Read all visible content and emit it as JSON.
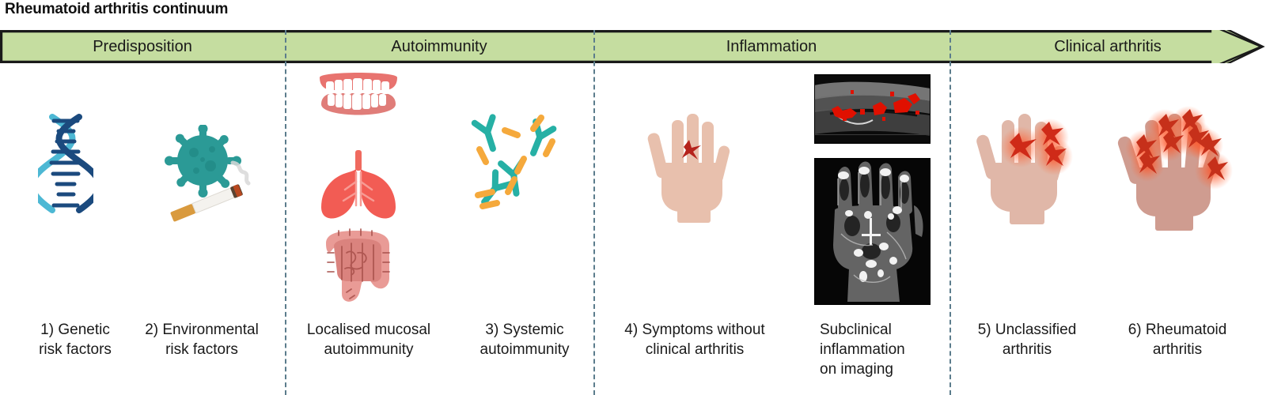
{
  "figure": {
    "title": "Rheumatoid arthritis continuum"
  },
  "banner": {
    "fill_color": "#c5dda0",
    "border_color": "#1a1a1a",
    "stages": [
      {
        "label": "Predisposition"
      },
      {
        "label": "Autoimmunity"
      },
      {
        "label": "Inflammation"
      },
      {
        "label": "Clinical arthritis"
      }
    ]
  },
  "items": [
    {
      "id": "genetic-risk-factors",
      "icon": "dna-helix-icon",
      "caption_lines": [
        "1) Genetic",
        "risk factors"
      ],
      "align": "center"
    },
    {
      "id": "environmental-risk-factors",
      "icon": "virus-cigarette-icon",
      "caption_lines": [
        "2) Environmental",
        "risk factors"
      ],
      "align": "center"
    },
    {
      "id": "localised-mucosal-autoimmunity",
      "icon": "mouth-lungs-intestine-icon",
      "caption_lines": [
        "Localised mucosal",
        "autoimmunity"
      ],
      "align": "center"
    },
    {
      "id": "systemic-autoimmunity",
      "icon": "antibodies-icon",
      "caption_lines": [
        "3) Systemic",
        "autoimmunity"
      ],
      "align": "center"
    },
    {
      "id": "symptoms-without-clinical-arthritis",
      "icon": "hand-single-spark-icon",
      "caption_lines": [
        "4) Symptoms without",
        "clinical arthritis"
      ],
      "align": "center"
    },
    {
      "id": "subclinical-inflammation-on-imaging",
      "icon": "ultrasound-mri-icon",
      "caption_lines": [
        "Subclinical",
        "inflammation",
        "on imaging"
      ],
      "align": "left"
    },
    {
      "id": "unclassified-arthritis",
      "icon": "hand-three-sparks-icon",
      "caption_lines": [
        "5) Unclassified",
        "arthritis"
      ],
      "align": "center"
    },
    {
      "id": "rheumatoid-arthritis",
      "icon": "hand-many-sparks-icon",
      "caption_lines": [
        "6) Rheumatoid",
        "arthritis"
      ],
      "align": "center"
    }
  ],
  "colors": {
    "dna_dark": "#1b4a7e",
    "dna_light": "#4db8d4",
    "virus_teal": "#2b9a96",
    "cigarette_filter": "#d99a3e",
    "gums_pink": "#e8736f",
    "lungs_red": "#f25c54",
    "intestine_pink": "#e08a85",
    "antibody_teal": "#26b0a5",
    "antibody_orange": "#f5a93c",
    "skin_light": "#e8c0ad",
    "skin_inflamed": "#d9a093",
    "spark_red": "#e03a26",
    "divider": "#5b7c8c"
  }
}
